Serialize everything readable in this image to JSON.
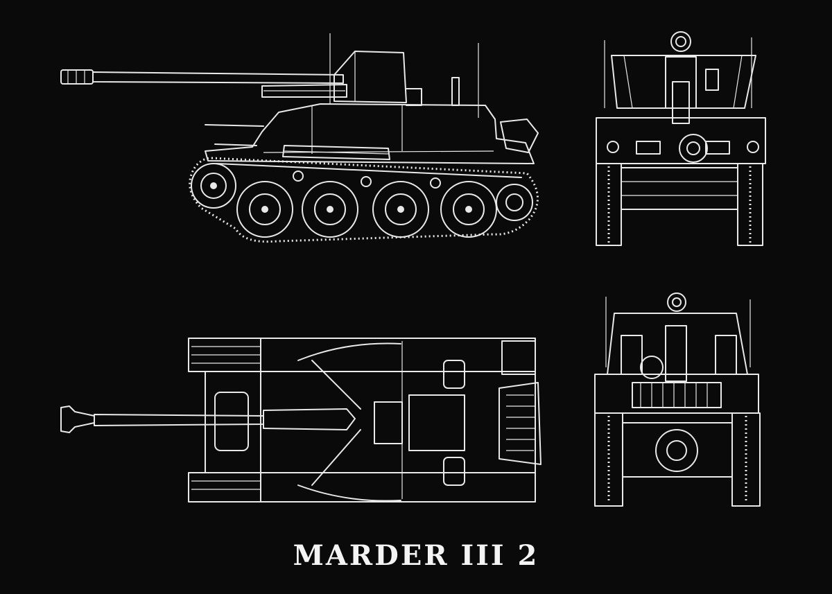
{
  "title": "MARDER III 2",
  "views": {
    "side": "side-view",
    "front": "front-view",
    "top": "top-view",
    "rear": "rear-view"
  },
  "colors": {
    "background": "#0a0a0a",
    "line": "#e9e9e9"
  }
}
